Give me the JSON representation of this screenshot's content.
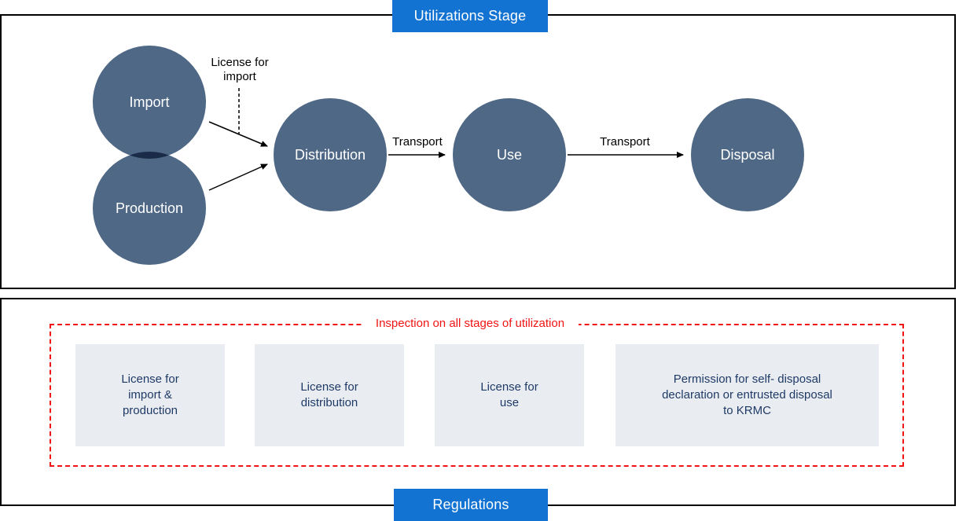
{
  "stage_section": {
    "title": "Utilizations Stage",
    "nodes": [
      {
        "id": "import",
        "label": "Import"
      },
      {
        "id": "production",
        "label": "Production"
      },
      {
        "id": "distribution",
        "label": "Distribution"
      },
      {
        "id": "use",
        "label": "Use"
      },
      {
        "id": "disposal",
        "label": "Disposal"
      }
    ],
    "edge_labels": {
      "license_for_import": "License for\nimport",
      "transport_1": "Transport",
      "transport_2": "Transport"
    }
  },
  "regulations_section": {
    "title": "Regulations",
    "inspection_label": "Inspection on all stages of utilization",
    "boxes": [
      {
        "text": "License for\nimport &\nproduction"
      },
      {
        "text": "License for\ndistribution"
      },
      {
        "text": "License for\nuse"
      },
      {
        "text": "Permission for self- disposal\ndeclaration or entrusted disposal\nto KRMC"
      }
    ]
  },
  "colors": {
    "accent_blue": "#1373d2",
    "node_fill": "#4f6886",
    "node_overlap": "#1d3350",
    "inspection_red": "#f01414",
    "card_bg": "#e9edf2",
    "card_text": "#1f3a66",
    "line_black": "#000000"
  }
}
